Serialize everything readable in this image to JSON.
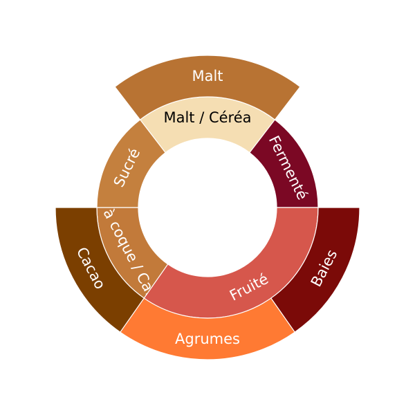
{
  "chart_data": {
    "type": "sunburst",
    "title": "",
    "inner": [
      {
        "label": "Malt / Céréa",
        "start": -37.5,
        "end": 37.5,
        "color": "#f5deb3",
        "text_color": "#000000"
      },
      {
        "label": "Fermenté",
        "start": 37.5,
        "end": 90,
        "color": "#7b0824",
        "text_color": "#ffffff"
      },
      {
        "label": "Fruité",
        "start": 90,
        "end": 215,
        "color": "#d6574c",
        "text_color": "#ffffff"
      },
      {
        "label": "Fruits à coque / Caramel",
        "start": 215,
        "end": 270,
        "color": "#c27a3a",
        "text_color": "#ffffff"
      },
      {
        "label": "Sucré",
        "start": 270,
        "end": 322.5,
        "color": "#c4803e",
        "text_color": "#ffffff"
      }
    ],
    "outer": [
      {
        "label": "Malt",
        "start": -37.5,
        "end": 37.5,
        "color": "#b87333",
        "text_color": "#ffffff"
      },
      {
        "label": "Baies",
        "start": 90,
        "end": 145,
        "color": "#7b0a08",
        "text_color": "#ffffff"
      },
      {
        "label": "Agrumes",
        "start": 145,
        "end": 215,
        "color": "#ff7a33",
        "text_color": "#ffffff"
      },
      {
        "label": "Cacao",
        "start": 215,
        "end": 270,
        "color": "#7b3f00",
        "text_color": "#ffffff"
      }
    ]
  }
}
